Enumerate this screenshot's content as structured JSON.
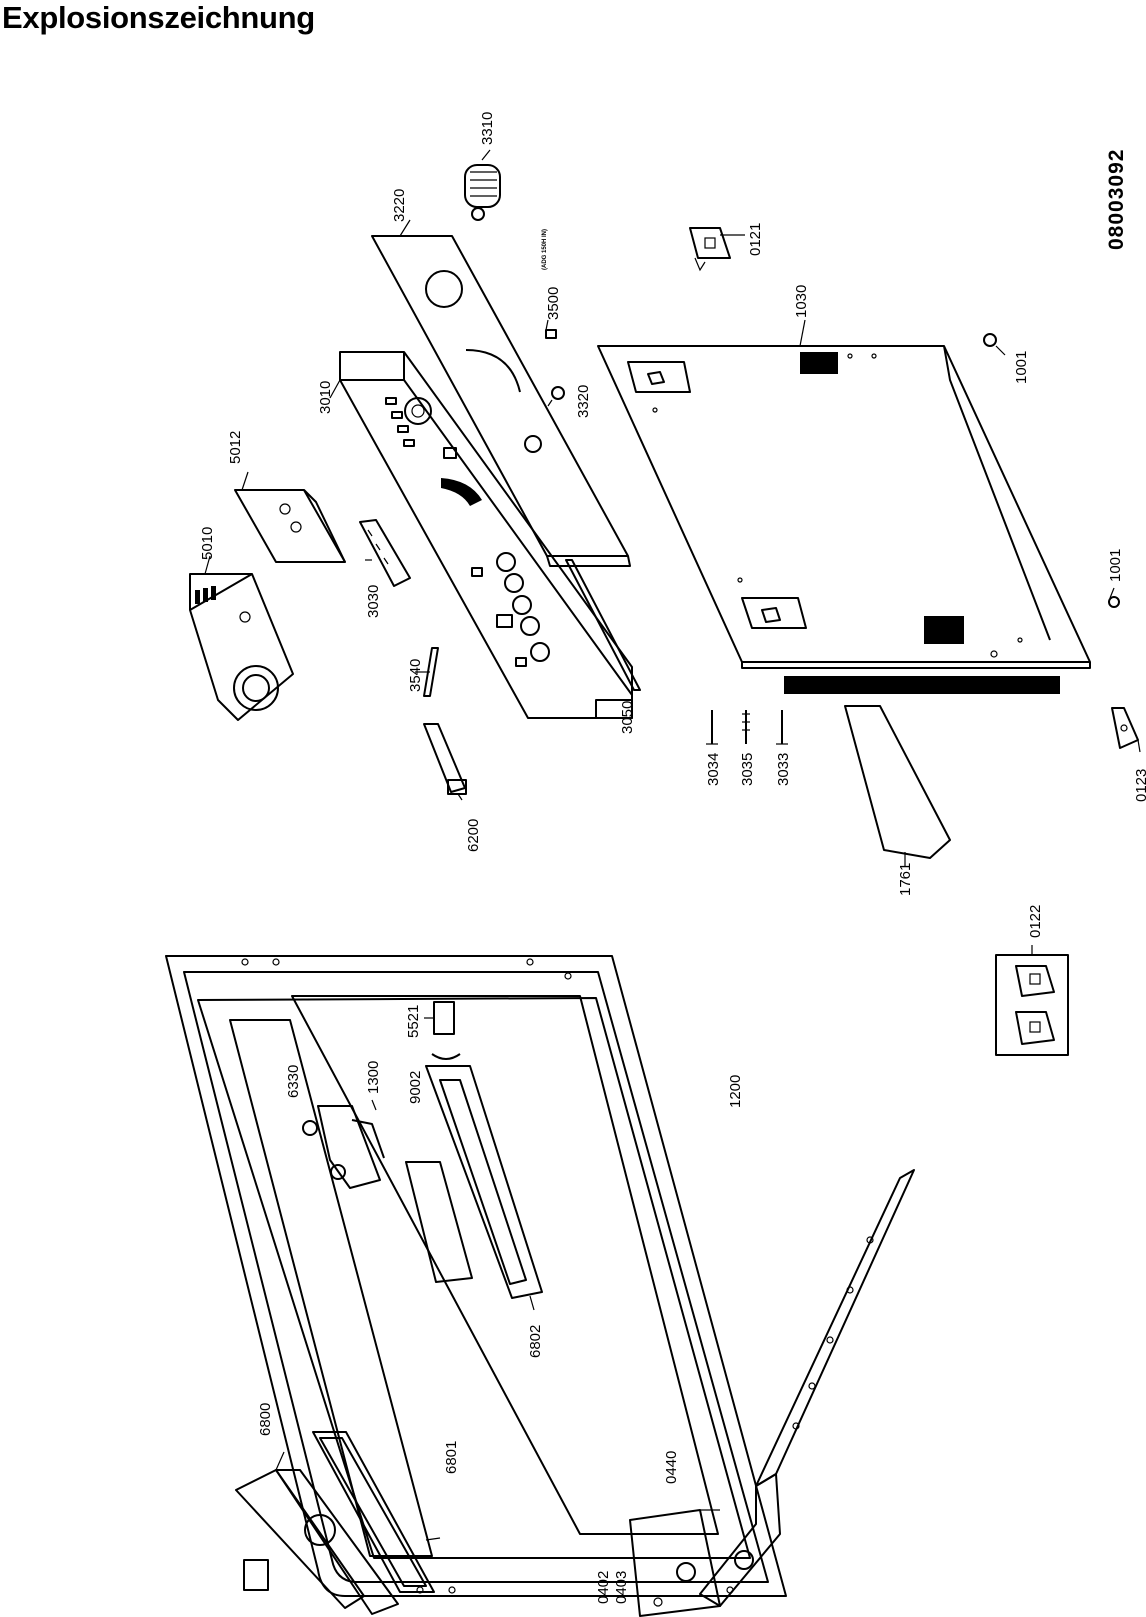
{
  "title": "Explosionszeichnung",
  "doc_number": "08003092",
  "note_3500": "(ADG 150H IN)",
  "labels": {
    "p3310": "3310",
    "p3220": "3220",
    "p3500": "3500",
    "p0121": "0121",
    "p3010": "3010",
    "p5012": "5012",
    "p3320": "3320",
    "p1030": "1030",
    "p1001a": "1001",
    "p5010": "5010",
    "p3030": "3030",
    "p1001b": "1001",
    "p3540": "3540",
    "p3050": "3050",
    "p3034": "3034",
    "p3035": "3035",
    "p3033": "3033",
    "p0123": "0123",
    "p6200": "6200",
    "p1761": "1761",
    "p0122": "0122",
    "p6330": "6330",
    "p1300": "1300",
    "p9002": "9002",
    "p5521": "5521",
    "p1200": "1200",
    "p6802": "6802",
    "p6800": "6800",
    "p6801": "6801",
    "p0440": "0440",
    "p0402": "0402",
    "p0403": "0403"
  }
}
